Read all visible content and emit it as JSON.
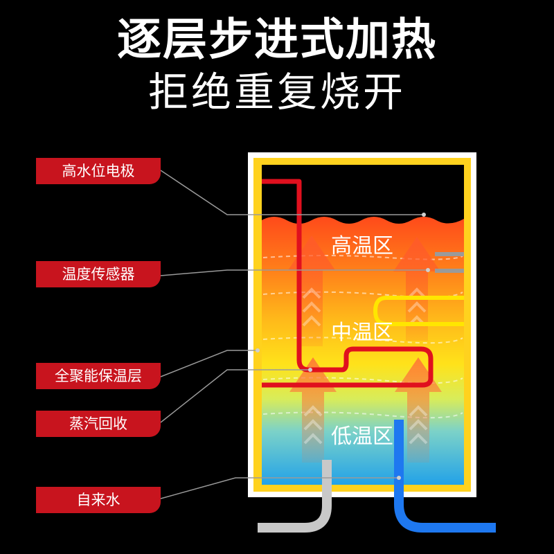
{
  "heading": {
    "title": "逐层步进式加热",
    "subtitle": "拒绝重复烧开"
  },
  "labels": [
    {
      "id": "electrode",
      "text": "高水位电极"
    },
    {
      "id": "sensor",
      "text": "温度传感器"
    },
    {
      "id": "insulation",
      "text": "全聚能保温层"
    },
    {
      "id": "steam",
      "text": "蒸汽回收"
    },
    {
      "id": "inlet",
      "text": "自来水"
    }
  ],
  "zones": {
    "high": "高温区",
    "mid": "中温区",
    "low": "低温区"
  },
  "colors": {
    "background": "#000000",
    "label_bg": "#c8141e",
    "frame": "#ffd21e",
    "hot": "#ff3b1a",
    "warm": "#ffb400",
    "cool": "#25a8e8",
    "red_pipe": "#e0101e",
    "yellow_coil": "#ffe600",
    "blue_pipe": "#1e78f0",
    "grey_pipe": "#c8c8c8"
  }
}
